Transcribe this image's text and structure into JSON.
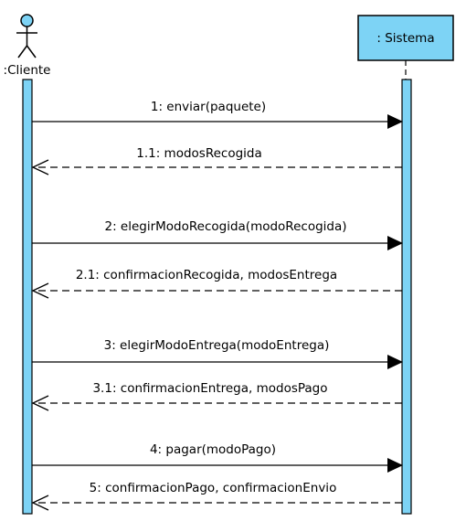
{
  "actors": {
    "cliente": {
      "label": ":Cliente"
    },
    "sistema": {
      "label": ": Sistema"
    }
  },
  "colors": {
    "lifeline_fill": "#7dd3f5",
    "stroke": "#000000"
  },
  "messages": [
    {
      "label": "1: enviar(paquete)",
      "kind": "call"
    },
    {
      "label": "1.1: modosRecogida",
      "kind": "return"
    },
    {
      "label": "2: elegirModoRecogida(modoRecogida)",
      "kind": "call"
    },
    {
      "label": "2.1: confirmacionRecogida, modosEntrega",
      "kind": "return"
    },
    {
      "label": "3: elegirModoEntrega(modoEntrega)",
      "kind": "call"
    },
    {
      "label": "3.1: confirmacionEntrega, modosPago",
      "kind": "return"
    },
    {
      "label": "4: pagar(modoPago)",
      "kind": "call"
    },
    {
      "label": "5: confirmacionPago, confirmacionEnvio",
      "kind": "return"
    }
  ]
}
